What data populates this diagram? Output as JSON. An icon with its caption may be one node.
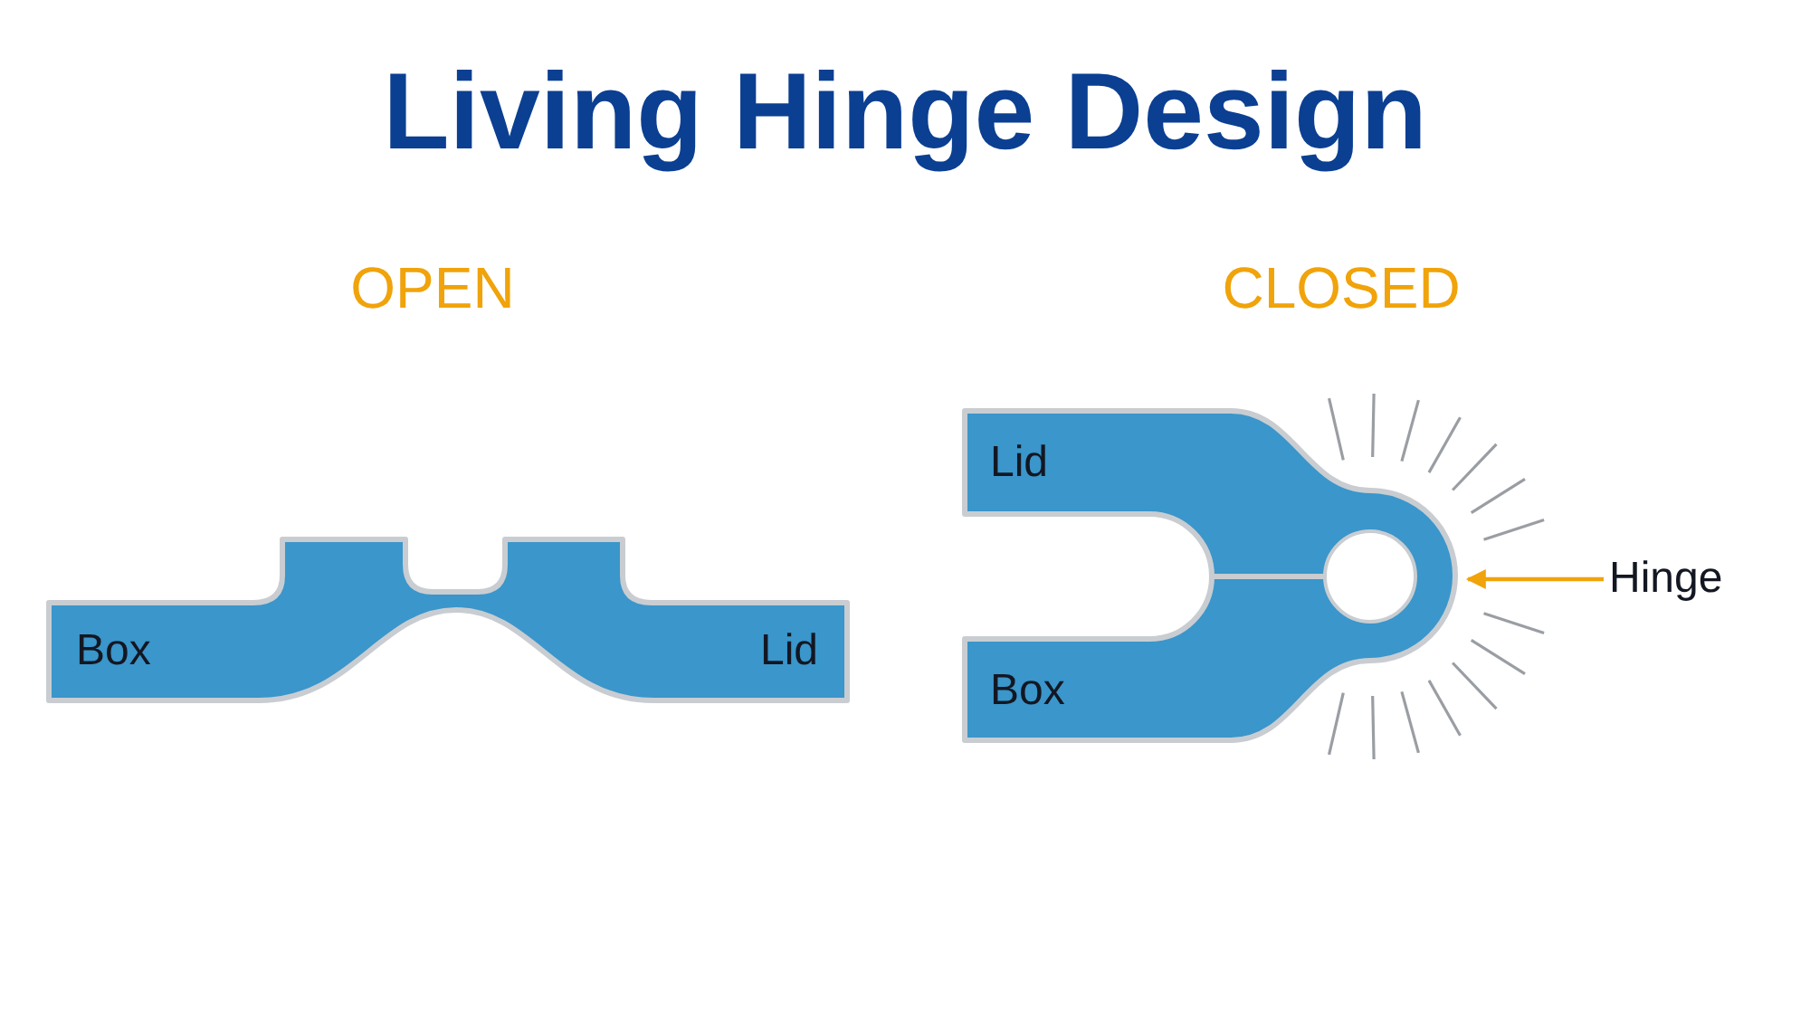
{
  "diagram": {
    "title": "Living Hinge Design",
    "nodes": [
      {
        "text": [
          "Box",
          "Lid"
        ]
      },
      {
        "text": [
          "Lid",
          "Box"
        ]
      },
      {
        "text": [
          "Hinge"
        ]
      }
    ],
    "edges": [
      {
        "from": 2,
        "to": 1,
        "arrow": "to",
        "color": "#f0a30a"
      }
    ],
    "labels": [
      "OPEN",
      "CLOSED"
    ]
  }
}
